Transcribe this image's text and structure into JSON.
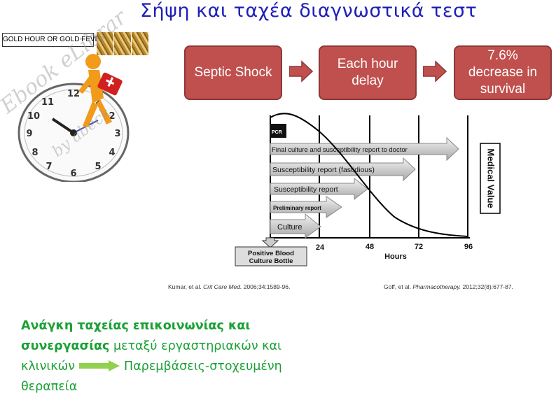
{
  "slide": {
    "title": "Σήψη και ταχέα διαγνωστικά τεστ"
  },
  "gold_label": "GOLD HOUR OR GOLD FEVER",
  "flow": {
    "box1": "Septic Shock",
    "box2_line1": "Each hour",
    "box2_line2": "delay",
    "box3_line1": "7.6%",
    "box3_line2": "decrease in",
    "box3_line3": "survival",
    "box_color": "#c0504d"
  },
  "diagram": {
    "pcr": "PCR",
    "bars": [
      "Final culture and susceptibility report to doctor",
      "Susceptibility report (fastidious)",
      "Susceptibility report",
      "Preliminary report",
      "Culture"
    ],
    "x_ticks": [
      "24",
      "48",
      "72",
      "96"
    ],
    "x_label": "Hours",
    "y_label": "Medical Value",
    "bottle_line1": "Positive Blood",
    "bottle_line2": "Culture Bottle"
  },
  "citations": {
    "left_pre": "Kumar, et al. ",
    "left_journal": "Crit Care Med.",
    "left_post": " 2006;34:1589-96.",
    "right_pre": "Goff, et al. ",
    "right_journal": "Pharmacotherapy.",
    "right_post": " 2012;32(8):677-87."
  },
  "message": {
    "bold1": "Ανάγκη ταχείας επικοινωνίας και",
    "bold2": "συνεργασίας",
    "text1": " μεταξύ εργαστηριακών και",
    "text2": "κλινικών",
    "text3": "Παρεμβάσεις-στοχευμένη",
    "text4": "θεραπεία",
    "color": "#1aa035"
  }
}
